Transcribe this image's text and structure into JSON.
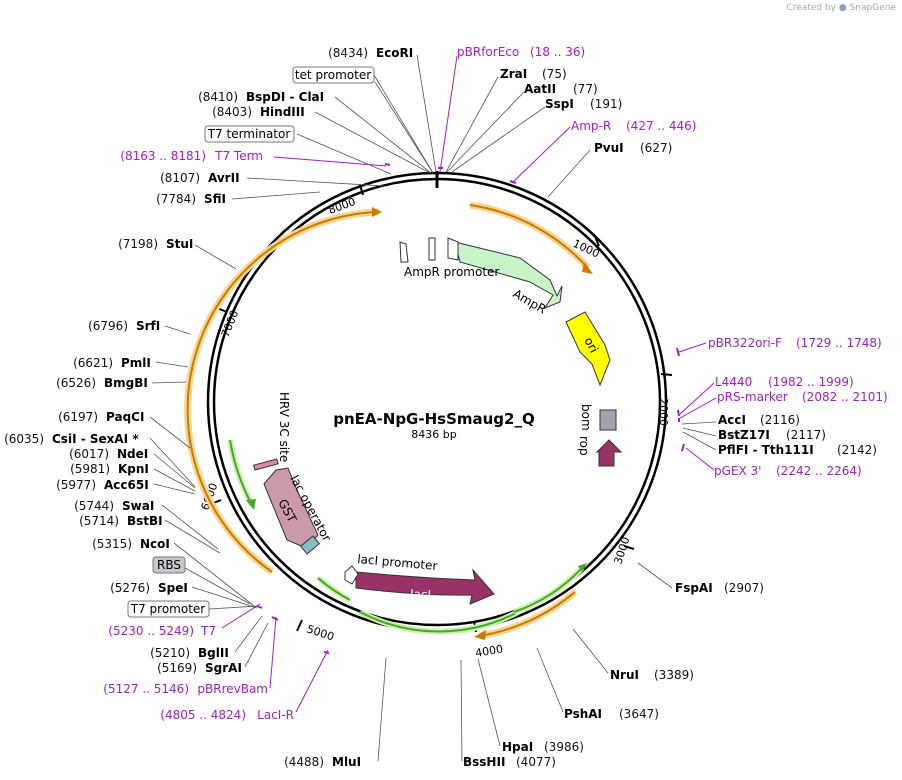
{
  "plasmid": {
    "name": "pnEA-NpG-HsSmaug2_Q",
    "size_label": "8436 bp"
  },
  "credit": {
    "prefix": "Created by",
    "brand": "SnapGene"
  },
  "colors": {
    "purple": "#a020c8",
    "feature_ampr": "#c8f5c8",
    "feature_ori": "#ffff00",
    "feature_lacI": "#993366",
    "feature_gst": "#cc99aa",
    "feature_bom": "#a0a4ac",
    "orf_green": "#44aa22",
    "orf_orange": "#cc7a00"
  },
  "ticks": [
    "1000",
    "2000",
    "3000",
    "4000",
    "5000",
    "6000",
    "7000",
    "8000"
  ],
  "sites": [
    {
      "id": "ecori",
      "pos": "(8434)",
      "name": "EcoRI"
    },
    {
      "id": "zrai",
      "pos": "(75)",
      "name": "ZraI"
    },
    {
      "id": "aatii",
      "pos": "(77)",
      "name": "AatII"
    },
    {
      "id": "sspi",
      "pos": "(191)",
      "name": "SspI"
    },
    {
      "id": "pvui",
      "pos": "(627)",
      "name": "PvuI"
    },
    {
      "id": "acci",
      "pos": "(2116)",
      "name": "AccI"
    },
    {
      "id": "bstz17i",
      "pos": "(2117)",
      "name": "BstZ17I"
    },
    {
      "id": "pflfi",
      "pos": "(2142)",
      "name": "PflFI - Tth111I"
    },
    {
      "id": "fspai",
      "pos": "(2907)",
      "name": "FspAI"
    },
    {
      "id": "nrui",
      "pos": "(3389)",
      "name": "NruI"
    },
    {
      "id": "pshai",
      "pos": "(3647)",
      "name": "PshAI"
    },
    {
      "id": "hpai",
      "pos": "(3986)",
      "name": "HpaI"
    },
    {
      "id": "bsshii",
      "pos": "(4077)",
      "name": "BssHII"
    },
    {
      "id": "mlui",
      "pos": "(4488)",
      "name": "MluI"
    },
    {
      "id": "sgrai",
      "pos": "(5169)",
      "name": "SgrAI"
    },
    {
      "id": "bglii",
      "pos": "(5210)",
      "name": "BglII"
    },
    {
      "id": "spei",
      "pos": "(5276)",
      "name": "SpeI"
    },
    {
      "id": "ncoi",
      "pos": "(5315)",
      "name": "NcoI"
    },
    {
      "id": "bstbi",
      "pos": "(5714)",
      "name": "BstBI"
    },
    {
      "id": "swai",
      "pos": "(5744)",
      "name": "SwaI"
    },
    {
      "id": "acc65i",
      "pos": "(5977)",
      "name": "Acc65I"
    },
    {
      "id": "kpni",
      "pos": "(5981)",
      "name": "KpnI"
    },
    {
      "id": "ndei",
      "pos": "(6017)",
      "name": "NdeI"
    },
    {
      "id": "csii",
      "pos": "(6035)",
      "name": "CsiI - SexAI *"
    },
    {
      "id": "paqci",
      "pos": "(6197)",
      "name": "PaqCI"
    },
    {
      "id": "bmgbi",
      "pos": "(6526)",
      "name": "BmgBI"
    },
    {
      "id": "pmli",
      "pos": "(6621)",
      "name": "PmlI"
    },
    {
      "id": "srfi",
      "pos": "(6796)",
      "name": "SrfI"
    },
    {
      "id": "stui",
      "pos": "(7198)",
      "name": "StuI"
    },
    {
      "id": "sfii",
      "pos": "(7784)",
      "name": "SfiI"
    },
    {
      "id": "avrii",
      "pos": "(8107)",
      "name": "AvrII"
    },
    {
      "id": "hindiii",
      "pos": "(8403)",
      "name": "HindIII"
    },
    {
      "id": "bspdi",
      "pos": "(8410)",
      "name": "BspDI - ClaI"
    }
  ],
  "primers": [
    {
      "id": "pbrforeco",
      "name": "pBRforEco",
      "range": "(18 .. 36)"
    },
    {
      "id": "ampr",
      "name": "Amp-R",
      "range": "(427 .. 446)"
    },
    {
      "id": "pbr322ori",
      "name": "pBR322ori-F",
      "range": "(1729 .. 1748)"
    },
    {
      "id": "l4440",
      "name": "L4440",
      "range": "(1982 .. 1999)"
    },
    {
      "id": "prsmarker",
      "name": "pRS-marker",
      "range": "(2082 .. 2101)"
    },
    {
      "id": "pgex3",
      "name": "pGEX 3'",
      "range": "(2242 .. 2264)"
    },
    {
      "id": "lacir",
      "name": "LacI-R",
      "range": "(4805 .. 4824)"
    },
    {
      "id": "pbrrevbam",
      "name": "pBRrevBam",
      "range": "(5127 .. 5146)"
    },
    {
      "id": "t7",
      "name": "T7",
      "range": "(5230 .. 5249)"
    },
    {
      "id": "t7term",
      "name": "T7 Term",
      "range": "(8163 .. 8181)"
    }
  ],
  "boxed": {
    "tet_promoter": "tet promoter",
    "t7_terminator": "T7 terminator",
    "rbs": "RBS",
    "t7_promoter": "T7 promoter"
  },
  "features": {
    "ampr_promoter": "AmpR promoter",
    "ampr": "AmpR",
    "ori": "ori",
    "bom": "bom",
    "rop": "rop",
    "laci_promoter": "lacI promoter",
    "laci": "lacI",
    "gst": "GST",
    "lac_operator": "lac operator",
    "hrv": "HRV 3C site"
  }
}
